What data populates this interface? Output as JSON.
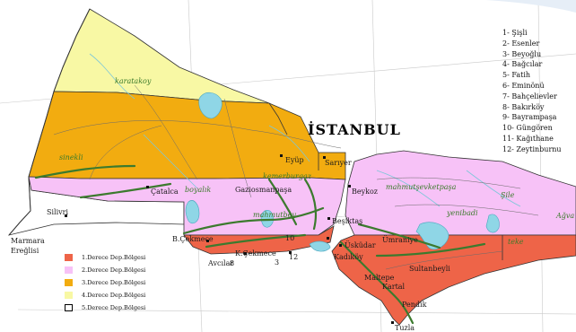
{
  "title": "İSTANBUL",
  "colors": {
    "zone1": "#ee6448",
    "zone2": "#f7c2f7",
    "zone3": "#f2ac10",
    "zone4": "#f8f8a4",
    "zone5": "#ffffff",
    "water": "#8fd6e6",
    "roads": "#3c7a2e"
  },
  "legend": [
    {
      "label": "1.Derece Dep.Bölgesi"
    },
    {
      "label": "2.Derece Dep.Bölgesi"
    },
    {
      "label": "3.Derece Dep.Bölgesi"
    },
    {
      "label": "4.Derece Dep.Bölgesi"
    },
    {
      "label": "5.Derece Dep.Bölgesi"
    }
  ],
  "districts": [
    "1- Şişli",
    "2- Esenler",
    "3- Beyoğlu",
    "4- Bağcılar",
    "5- Fatih",
    "6- Eminönü",
    "7- Bahçelievler",
    "8- Bakırköy",
    "9- Bayrampaşa",
    "10- Güngören",
    "11- Kağıthane",
    "12- Zeytinburnu"
  ],
  "places": {
    "karatakoy": "karatakoy",
    "sinekli": "sinekli",
    "eyup": "Eyüp",
    "saryer": "Sarıyer",
    "kemerburgaz": "kemerburgaz",
    "catalca": "Çatalca",
    "boyalik": "boyalık",
    "gaziosmanpasa": "Gaziosmanpaşa",
    "mahmutbey": "mahmutbey",
    "beykoz": "Beykoz",
    "mahmutsevketpasa": "mahmutşevketpaşa",
    "sile": "Şile",
    "agva": "Ağva",
    "silivri": "Silivri",
    "marmara_ereglisi_1": "Marmara",
    "marmara_ereglisi_2": "Ereğlisi",
    "b_cekmece": "B.Çekmece",
    "avcilar": "Avcılar",
    "k_cekmece": "K.Çekmece",
    "besiktas": "Beşiktaş",
    "uskudar": "Üsküdar",
    "kadikoy": "Kadıköy",
    "umraniye": "Ümraniye",
    "yenibadi": "yenibadi",
    "teke": "teke",
    "sultanbeyli": "Sultanbeyli",
    "maltepe": "Maltepe",
    "kartal": "Kartal",
    "pendik": "Pendik",
    "tuzla": "Tuzla",
    "num_3": "3",
    "num_8": "8",
    "num_10": "10",
    "num_12": "12"
  }
}
